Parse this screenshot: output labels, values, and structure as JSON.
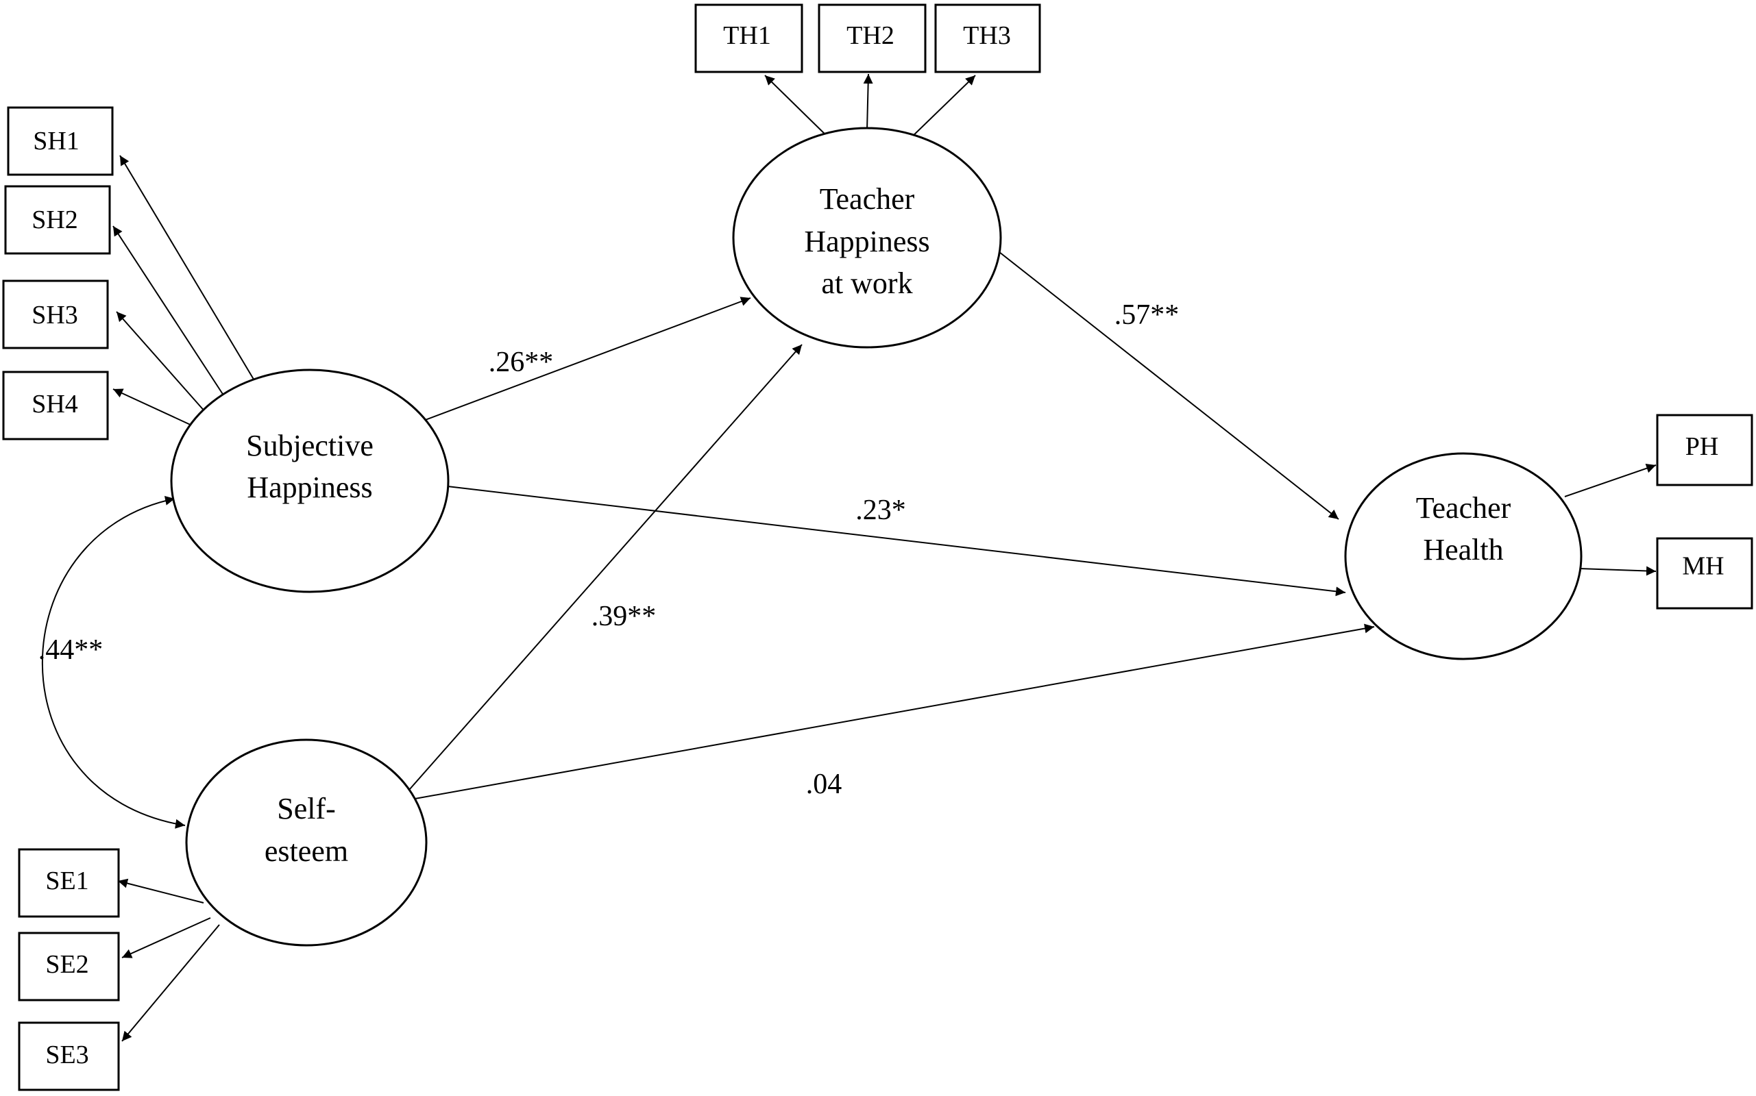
{
  "diagram": {
    "indicators": {
      "sh1": "SH1",
      "sh2": "SH2",
      "sh3": "SH3",
      "sh4": "SH4",
      "se1": "SE1",
      "se2": "SE2",
      "se3": "SE3",
      "th1": "TH1",
      "th2": "TH2",
      "th3": "TH3",
      "ph": "PH",
      "mh": "MH"
    },
    "latents": {
      "subjective_happiness": [
        "Subjective",
        "Happiness"
      ],
      "self_esteem": [
        "Self-",
        "esteem"
      ],
      "teacher_happiness": [
        "Teacher",
        "Happiness",
        "at work"
      ],
      "teacher_health": [
        "Teacher",
        "Health"
      ]
    },
    "coefficients": {
      "sh_to_th": ".26**",
      "th_to_health": ".57**",
      "sh_to_health": ".23*",
      "se_to_th": ".39**",
      "sh_se_covariance": ".44**",
      "se_to_health": ".04"
    },
    "colors": {
      "stroke": "#000000",
      "background": "#ffffff"
    }
  }
}
